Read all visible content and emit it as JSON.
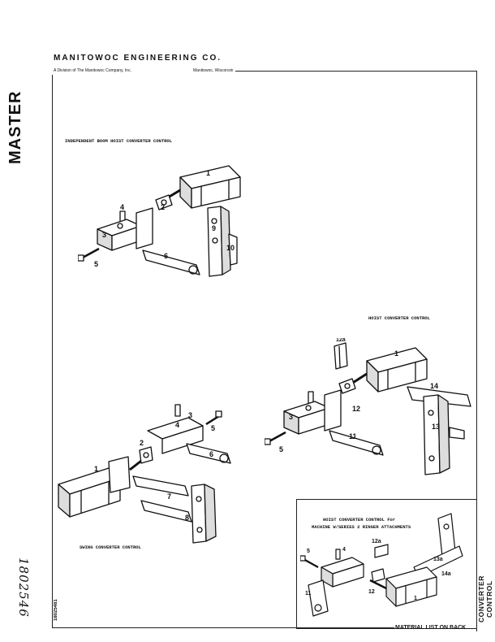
{
  "header": {
    "company": "MANITOWOC ENGINEERING CO.",
    "division": "A Division of The Manitowoc Company, Inc.",
    "location": "Manitowoc, Wisconsin"
  },
  "margin": {
    "stamp": "MASTER",
    "handwritten_number": "1802546",
    "document_id": "18025481"
  },
  "footer": {
    "material_note": "MATERIAL LIST ON BACK",
    "side_title": "CONVERTER CONTROL"
  },
  "drawings": {
    "independent_boom": {
      "caption": "INDEPENDENT BOOM HOIST CONVERTER CONTROL",
      "labels": [
        "1",
        "2",
        "3",
        "4",
        "5",
        "6",
        "9",
        "10"
      ]
    },
    "hoist": {
      "caption": "HOIST CONVERTER CONTROL",
      "labels": [
        "1",
        "3",
        "5",
        "11",
        "12",
        "12a",
        "13",
        "14"
      ]
    },
    "swing": {
      "caption": "SWING CONVERTER CONTROL",
      "labels": [
        "1",
        "2",
        "3",
        "4",
        "5",
        "6",
        "7",
        "8"
      ]
    },
    "ringer": {
      "caption_line1": "HOIST CONVERTER CONTROL For",
      "caption_line2": "MACHINE W/SERIES 2 RINGER ATTACHMENTS",
      "labels": [
        "1",
        "4",
        "5",
        "11",
        "12",
        "12a",
        "13a",
        "14a"
      ]
    }
  }
}
